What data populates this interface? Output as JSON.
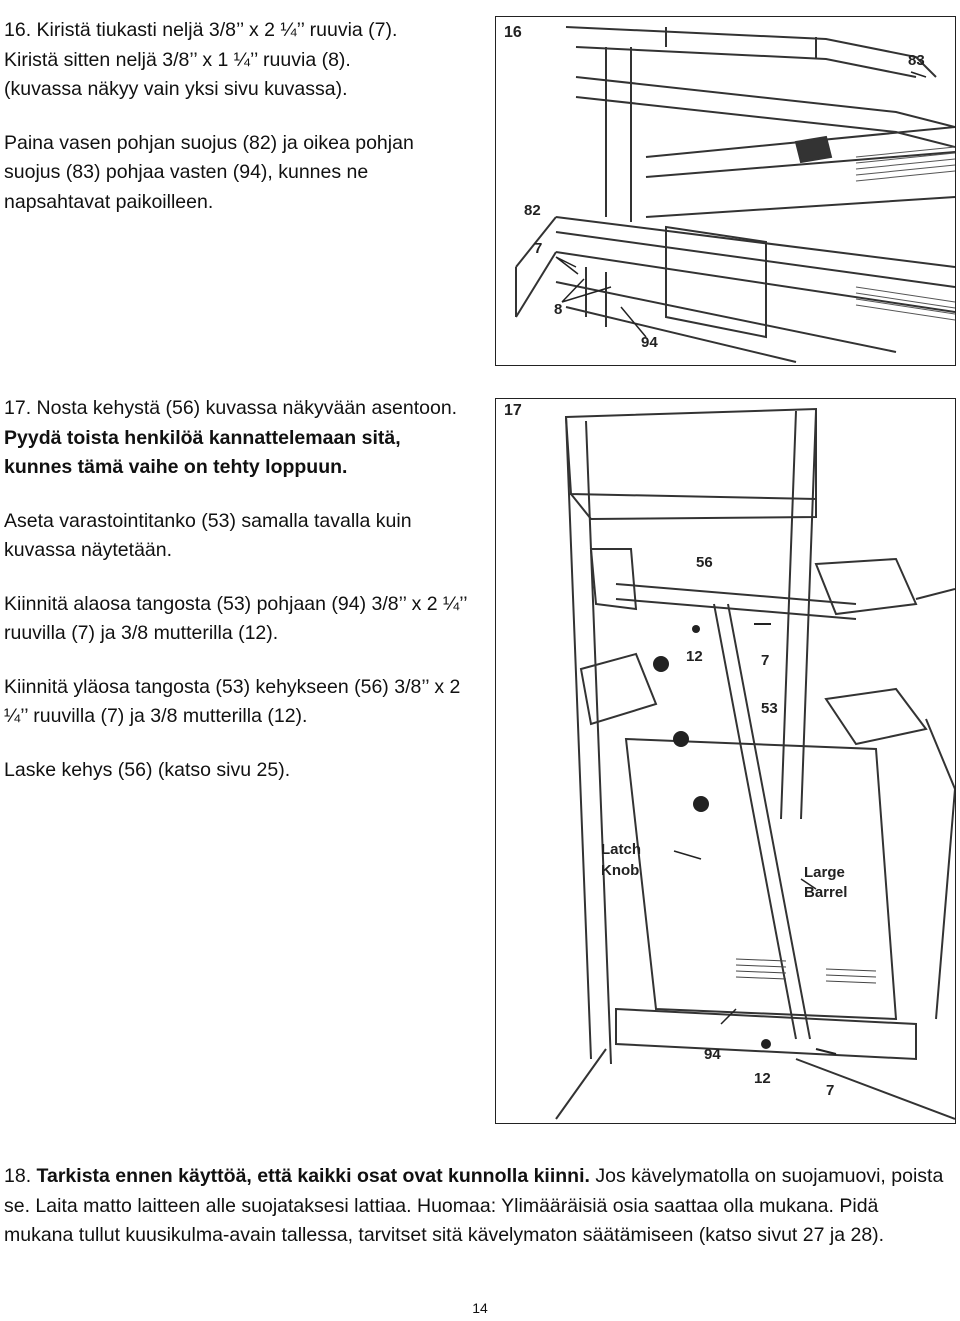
{
  "step16": {
    "line1": "16. Kiristä tiukasti neljä 3/8’’ x 2 ¼’’ ruuvia (7).",
    "line2": "Kiristä sitten neljä 3/8’’ x 1 ¼’’ ruuvia (8).",
    "line3": "(kuvassa näkyy vain yksi sivu kuvassa).",
    "para2": "Paina vasen pohjan suojus (82) ja oikea pohjan suojus (83) pohjaa vasten (94), kunnes ne napsahtavat paikoilleen."
  },
  "figure16": {
    "number": "16",
    "labels": {
      "l83": "83",
      "l82": "82",
      "l7": "7",
      "l8": "8",
      "l94": "94"
    }
  },
  "step17": {
    "intro": "17. Nosta kehystä (56) kuvassa näkyvään asentoon.",
    "bold": "Pyydä toista henkilöä kannattelemaan sitä, kunnes tämä vaihe on tehty loppuun.",
    "para2": "Aseta varastointitanko (53) samalla tavalla kuin kuvassa näytetään.",
    "para3": "Kiinnitä alaosa tangosta (53) pohjaan (94) 3/8’’ x 2 ¼’’ ruuvilla (7) ja 3/8 mutterilla (12).",
    "para4": "Kiinnitä yläosa tangosta (53) kehykseen (56) 3/8’’ x 2 ¼’’ ruuvilla (7) ja 3/8 mutterilla (12).",
    "para5": "Laske kehys (56) (katso sivu 25)."
  },
  "figure17": {
    "number": "17",
    "labels": {
      "l56": "56",
      "l12a": "12",
      "l7a": "7",
      "l53": "53",
      "latch1": "Latch",
      "latch2": "Knob",
      "barrel1": "Large",
      "barrel2": "Barrel",
      "l94": "94",
      "l12b": "12",
      "l7b": "7"
    }
  },
  "step18": {
    "num": "18.",
    "bold": "Tarkista ennen käyttöä, että kaikki osat ovat kunnolla kiinni.",
    "rest1": "Jos kävelymatolla on suojamuovi, poista se. Laita matto laitteen alle suojataksesi lattiaa. Huomaa: Ylimääräisiä osia saattaa olla mukana.",
    "rest2": "Pidä mukana tullut kuusikulma-avain tallessa, tarvitset sitä kävelymaton säätämiseen (katso sivut 27 ja 28)."
  },
  "page_number": "14"
}
